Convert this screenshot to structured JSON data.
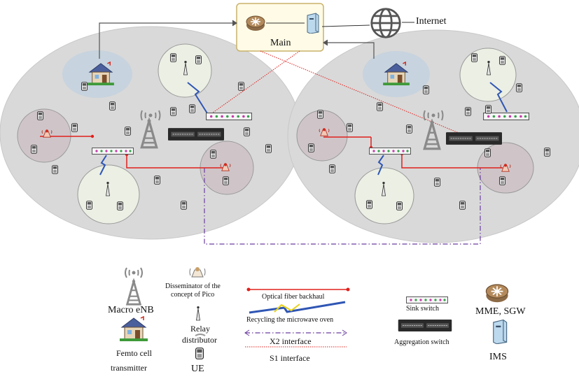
{
  "diagram": {
    "main_label": "Main",
    "internet_label": "Internet",
    "colors": {
      "cell": "#d9d9d9",
      "small_cell": "#c9c9c9",
      "femto_area": "#c7d3de",
      "main_box_fill": "#fffbe6",
      "main_box_stroke": "#c9b26a",
      "fiber": "#e0201c",
      "s1": "#e0201c",
      "x2": "#6b3fa0",
      "microwave": "#2f56b4"
    }
  },
  "legend": {
    "macro": "Macro eNB",
    "femto_line1": "Femto cell",
    "femto_line2": "transmitter",
    "pico_line1": "Disseminator of the",
    "pico_line2": "concept of Pico",
    "relay_line1": "Relay",
    "relay_line2": "distributor",
    "ue": "UE",
    "fiber": "Optical fiber backhaul",
    "microwave": "Recycling the microwave oven",
    "x2": "X2 interface",
    "s1": "S1 interface",
    "sink": "Sink switch",
    "aggregation": "Aggregation switch",
    "mme": "MME, SGW",
    "ims": "IMS"
  }
}
